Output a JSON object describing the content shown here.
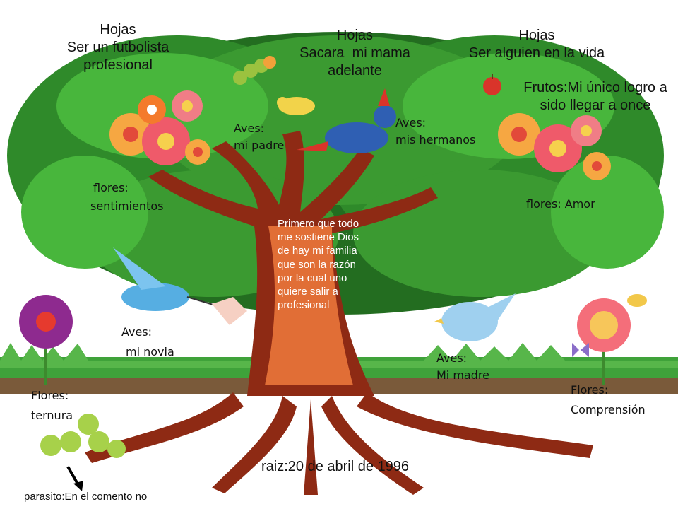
{
  "tree": {
    "hojas_1": {
      "title": "Hojas",
      "text": "Ser un futbolista profesional"
    },
    "hojas_2": {
      "title": "Hojas",
      "text": "Sacara  mi mama adelante"
    },
    "hojas_3": {
      "title": "Hojas",
      "text": "Ser alguien en la vida"
    },
    "frutos": "Frutos:Mi único logro a sido llegar a once",
    "aves_padre": {
      "title": "Aves:",
      "text": "mi padre"
    },
    "aves_hermanos": {
      "title": "Aves:",
      "text": "mis hermanos"
    },
    "flores_sentimientos": {
      "title": "flores:",
      "text": "sentimientos"
    },
    "flores_amor": "flores: Amor",
    "tronco": "Primero que todo me sostiene Dios de hay mi familia que son la razón por la cual uno quiere salir a profesional",
    "aves_novia": {
      "title": "Aves:",
      "text": "mi novia"
    },
    "aves_madre": {
      "title": "Aves:",
      "text": "Mi madre"
    },
    "flores_ternura": {
      "title": "Flores:",
      "text": "ternura"
    },
    "flores_comprension": {
      "title": "Flores:",
      "text": "Comprensión"
    },
    "raiz": "raiz:20 de abril de 1996",
    "parasito": "parasito:En el comento no"
  },
  "colors": {
    "canopy": "#2f8a2a",
    "canopy_light": "#48b63c",
    "trunk": "#8e2a14",
    "trunk_highlight": "#f07a3c",
    "grass": "#3fa23a",
    "ground": "#7a5a3a"
  }
}
